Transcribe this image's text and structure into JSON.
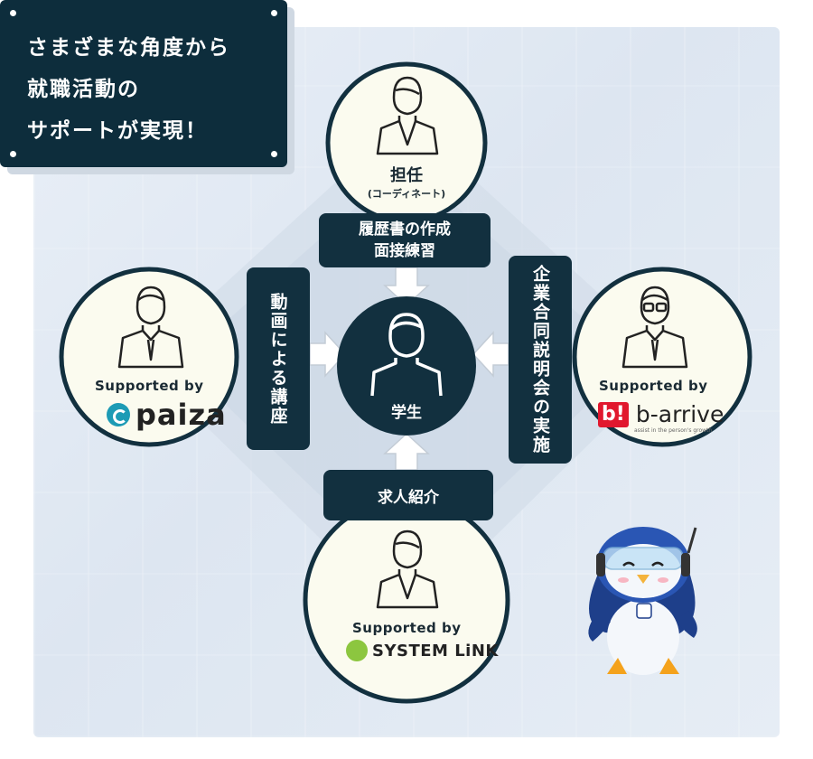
{
  "headline": {
    "lines": [
      "さまざまな角度から",
      "就職活動の",
      "サポートが実現！"
    ]
  },
  "center": {
    "label": "学生"
  },
  "top_node": {
    "title": "担任",
    "subtitle": "(コーディネート)"
  },
  "top_label": {
    "line1": "履歴書の作成",
    "line2": "面接練習"
  },
  "left_node": {
    "supported": "Supported by",
    "logo": "paiza"
  },
  "left_label": {
    "text": "動画による講座"
  },
  "right_node": {
    "supported": "Supported by",
    "logo_mark": "b!",
    "logo_word": "b-arrive",
    "logo_tag": "assist in the person's growth"
  },
  "right_label": {
    "text": "企業合同説明会の実施"
  },
  "bottom_node": {
    "supported": "Supported by",
    "logo": "SYSTEM LiNK"
  },
  "bottom_label": {
    "text": "求人紹介"
  },
  "colors": {
    "navy": "#12303f",
    "cream": "#fbfbef",
    "panel": "#e3eaf3",
    "paiza": "#1d9bb5",
    "barrive": "#e1182e",
    "systemlink": "#8cc63f"
  },
  "icons": [
    "person-icon",
    "mascot-penguin-icon",
    "arrow-icon"
  ]
}
